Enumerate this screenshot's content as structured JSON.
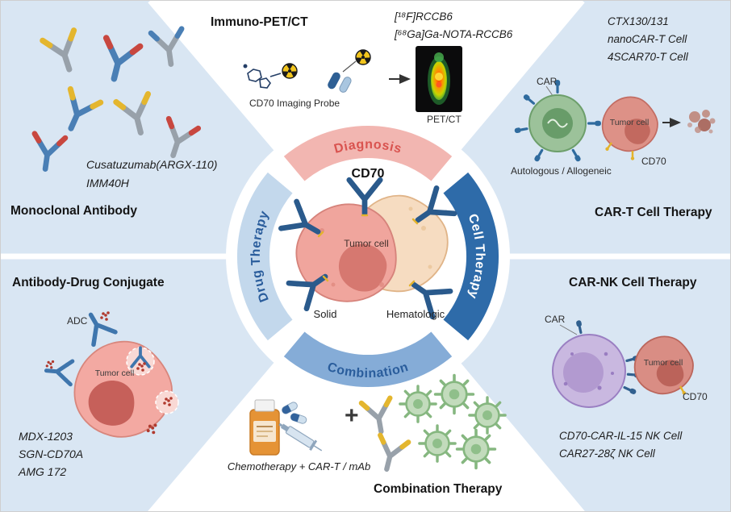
{
  "colors": {
    "panel": "#d9e6f3",
    "accent_blue": "#2a5d9c",
    "accent_red": "#d9534f"
  },
  "ring": {
    "segments": [
      {
        "label": "Diagnosis",
        "color": "#f2b6b1",
        "text_color": "#d9534f"
      },
      {
        "label": "Cell Therapy",
        "color": "#2e6ba9",
        "text_color": "#ffffff"
      },
      {
        "label": "Combination",
        "color": "#85acd7",
        "text_color": "#2a5d9c"
      },
      {
        "label": "Drug Therapy",
        "color": "#c3d8ec",
        "text_color": "#2a5d9c"
      }
    ],
    "center": {
      "title": "CD70",
      "tumor": "Tumor cell",
      "solid": "Solid",
      "hematologic": "Hematologic"
    }
  },
  "sections": {
    "monoclonal": {
      "title": "Monoclonal Antibody",
      "drugs": [
        "Cusatuzumab(ARGX-110)",
        "IMM40H"
      ]
    },
    "pet": {
      "title": "Immuno-PET/CT",
      "tracers": [
        "[¹⁸F]RCCB6",
        "[⁶⁸Ga]Ga-NOTA-RCCB6"
      ],
      "probe": "CD70 Imaging Probe",
      "scan": "PET/CT"
    },
    "cart": {
      "title": "CAR-T Cell Therapy",
      "drugs": [
        "CTX130/131",
        "nanoCAR-T Cell",
        "4SCAR70-T Cell"
      ],
      "car": "CAR",
      "tumor": "Tumor cell",
      "cd70": "CD70",
      "source": "Autologous / Allogeneic"
    },
    "adc": {
      "title": "Antibody-Drug Conjugate",
      "adc": "ADC",
      "tumor": "Tumor cell",
      "drugs": [
        "MDX-1203",
        "SGN-CD70A",
        "AMG 172"
      ]
    },
    "combo": {
      "title": "Combination Therapy",
      "caption": "Chemotherapy + CAR-T / mAb",
      "plus": "+"
    },
    "carnk": {
      "title": "CAR-NK Cell Therapy",
      "car": "CAR",
      "tumor": "Tumor cell",
      "cd70": "CD70",
      "drugs": [
        "CD70-CAR-IL-15 NK Cell",
        "CAR27-28ζ NK Cell"
      ]
    }
  }
}
